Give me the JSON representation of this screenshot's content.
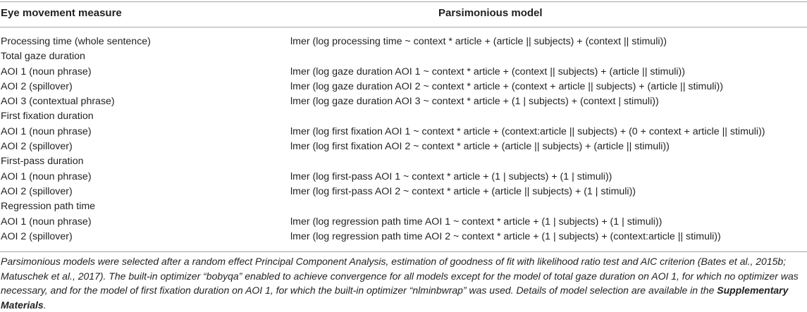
{
  "table": {
    "headers": {
      "measure": "Eye movement measure",
      "model": "Parsimonious model"
    },
    "rows": [
      {
        "measure": "Processing time (whole sentence)",
        "model": "lmer (log processing time ~ context * article + (article || subjects) + (context || stimuli))"
      },
      {
        "measure": "Total gaze duration",
        "model": ""
      },
      {
        "measure": "AOI 1 (noun phrase)",
        "model": "lmer (log gaze duration AOI 1 ~ context * article + (context || subjects) + (article || stimuli))"
      },
      {
        "measure": "AOI 2 (spillover)",
        "model": "lmer (log gaze duration AOI 2 ~ context * article + (context + article || subjects) + (article || stimuli))"
      },
      {
        "measure": "AOI 3 (contextual phrase)",
        "model": "lmer (log gaze duration AOI 3 ~ context * article + (1 | subjects) + (context | stimuli))"
      },
      {
        "measure": "First fixation duration",
        "model": ""
      },
      {
        "measure": "AOI 1 (noun phrase)",
        "model": "lmer (log first fixation AOI 1 ~ context * article + (context:article || subjects) + (0 + context + article || stimuli))"
      },
      {
        "measure": "AOI 2 (spillover)",
        "model": "lmer (log first fixation AOI 2 ~ context * article + (article || subjects) + (article || stimuli))"
      },
      {
        "measure": "First-pass duration",
        "model": ""
      },
      {
        "measure": "AOI 1 (noun phrase)",
        "model": "lmer (log first-pass AOI 1 ~ context * article + (1 | subjects) + (1 | stimuli))"
      },
      {
        "measure": "AOI 2 (spillover)",
        "model": "lmer (log first-pass AOI 2 ~ context * article + (article || subjects) + (1 | stimuli))"
      },
      {
        "measure": "Regression path time",
        "model": ""
      },
      {
        "measure": "AOI 1 (noun phrase)",
        "model": "lmer (log regression path time AOI 1 ~ context * article + (1 | subjects) + (1 | stimuli))"
      },
      {
        "measure": "AOI 2 (spillover)",
        "model": "lmer (log regression path time AOI 2 ~ context * article + (1 | subjects) + (context:article || stimuli))"
      }
    ]
  },
  "footnote": {
    "text": "Parsimonious models were selected after a random effect Principal Component Analysis, estimation of goodness of fit with likelihood ratio test and AIC criterion (Bates et al., 2015b; Matuschek et al., 2017). The built-in optimizer “bobyqa” enabled to achieve convergence for all models except for the model of total gaze duration on AOI 1, for which no optimizer was necessary, and for the model of first fixation duration on AOI 1, for which the built-in optimizer “nlminbwrap” was used. Details of model selection are available in the ",
    "bold": "Supplementary Materials",
    "end": "."
  }
}
